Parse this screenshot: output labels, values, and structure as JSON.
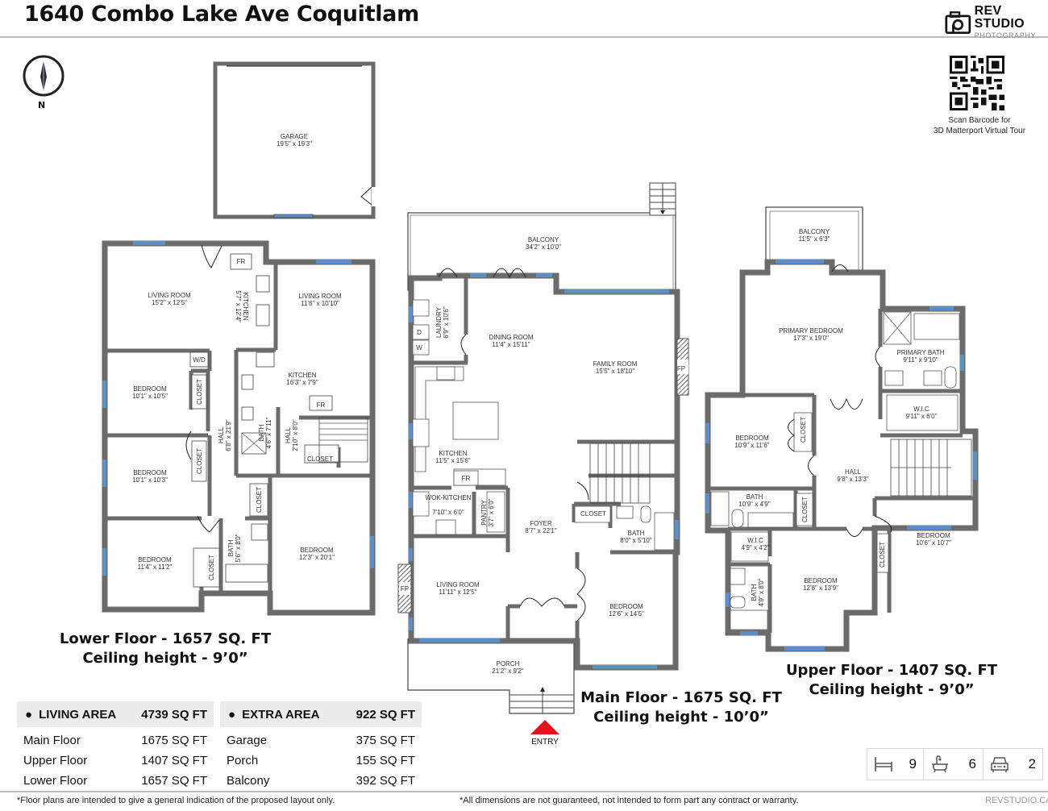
{
  "header": {
    "title": "1640 Combo Lake Ave Coquitlam",
    "brand_main": "REV STUDIO",
    "brand_sub": "PHOTOGRAPHY",
    "compass_label": "N",
    "qr_caption_line1": "Scan Barcode for",
    "qr_caption_line2": "3D Matterport Virtual Tour"
  },
  "floors": {
    "lower": {
      "title": "Lower Floor - 1657 SQ. FT",
      "ceiling": "Ceiling height - 9’0”",
      "rooms": [
        {
          "name": "GARAGE",
          "dim": "19'5\" x 19'3\""
        },
        {
          "name": "LIVING ROOM",
          "dim": "15'2\" x 12'5\""
        },
        {
          "name": "KITCHEN",
          "dim": "5'7\" x 12'4\""
        },
        {
          "name": "LIVING ROOM",
          "dim": "11'6\" x 10'10\""
        },
        {
          "name": "BEDROOM",
          "dim": "10'1\" x 10'5\""
        },
        {
          "name": "KITCHEN",
          "dim": "16'3\" x 7'9\""
        },
        {
          "name": "HALL",
          "dim": "6'8\" x 21'9\""
        },
        {
          "name": "BATH",
          "dim": "4'6\" x 7'11\""
        },
        {
          "name": "HALL",
          "dim": "2'10\" x 8'0\""
        },
        {
          "name": "BEDROOM",
          "dim": "10'1\" x 10'3\""
        },
        {
          "name": "BEDROOM",
          "dim": "11'4\" x 11'2\""
        },
        {
          "name": "BATH",
          "dim": "5'6\" x 8'0\""
        },
        {
          "name": "BEDROOM",
          "dim": "12'3\" x 20'1\""
        }
      ],
      "fixtures": {
        "fr": "FR",
        "wd": "W/D",
        "closet": "CLOSET"
      }
    },
    "main": {
      "title": "Main Floor - 1675 SQ. FT",
      "ceiling": "Ceiling height - 10’0”",
      "rooms": [
        {
          "name": "BALCONY",
          "dim": "34'2\" x 10'0\""
        },
        {
          "name": "LAUNDRY",
          "dim": "6'9\" x 10'6\""
        },
        {
          "name": "DINING ROOM",
          "dim": "11'4\" x 15'11\""
        },
        {
          "name": "FAMILY ROOM",
          "dim": "15'5\" x 18'10\""
        },
        {
          "name": "KITCHEN",
          "dim": "11'5\" x 15'6\""
        },
        {
          "name": "WOK-KITCHEN",
          "dim": "7'10\" x 6'0\""
        },
        {
          "name": "PANTRY",
          "dim": "3'7\" x 6'0\""
        },
        {
          "name": "FOYER",
          "dim": "8'7\" x 22'1\""
        },
        {
          "name": "BATH",
          "dim": "8'0\" x 5'10\""
        },
        {
          "name": "LIVING ROOM",
          "dim": "11'11\" x 12'5\""
        },
        {
          "name": "BEDROOM",
          "dim": "12'6\" x 14'5\""
        },
        {
          "name": "PORCH",
          "dim": "21'2\" x 9'2\""
        }
      ],
      "fixtures": {
        "fp": "FP",
        "fr": "FR",
        "d": "D",
        "w": "W",
        "closet": "CLOSET"
      },
      "entry_label": "ENTRY"
    },
    "upper": {
      "title": "Upper Floor - 1407 SQ. FT",
      "ceiling": "Ceiling height - 9’0”",
      "rooms": [
        {
          "name": "BALCONY",
          "dim": "11'5\" x 6'3\""
        },
        {
          "name": "PRIMARY BEDROOM",
          "dim": "17'3\" x 19'0\""
        },
        {
          "name": "PRIMARY BATH",
          "dim": "9'11\" x 9'10\""
        },
        {
          "name": "W.I.C",
          "dim": "9'11\" x 6'0\""
        },
        {
          "name": "BEDROOM",
          "dim": "10'9\" x 11'6\""
        },
        {
          "name": "HALL",
          "dim": "9'8\" x 13'3\""
        },
        {
          "name": "BATH",
          "dim": "10'9\" x 4'9\""
        },
        {
          "name": "W.I.C",
          "dim": "4'9\" x 4'2\""
        },
        {
          "name": "BATH",
          "dim": "4'9\" x 8'0\""
        },
        {
          "name": "BEDROOM",
          "dim": "12'8\" x 13'9\""
        },
        {
          "name": "BEDROOM",
          "dim": "10'6\" x 10'7\""
        }
      ],
      "fixtures": {
        "closet": "CLOSET"
      }
    }
  },
  "living_area": {
    "label": "LIVING AREA",
    "total": "4739 SQ FT",
    "rows": [
      {
        "label": "Main Floor",
        "value": "1675 SQ FT"
      },
      {
        "label": "Upper Floor",
        "value": "1407 SQ FT"
      },
      {
        "label": "Lower Floor",
        "value": "1657 SQ FT"
      }
    ]
  },
  "extra_area": {
    "label": "EXTRA AREA",
    "total": "922 SQ FT",
    "rows": [
      {
        "label": "Garage",
        "value": "375 SQ FT"
      },
      {
        "label": "Porch",
        "value": "155 SQ FT"
      },
      {
        "label": "Balcony",
        "value": "392 SQ FT"
      }
    ]
  },
  "stats": {
    "bedrooms": {
      "icon": "bed-icon",
      "value": "9"
    },
    "bathrooms": {
      "icon": "bathtub-icon",
      "value": "6"
    },
    "parking": {
      "icon": "car-icon",
      "value": "2"
    }
  },
  "footer": {
    "left": "*Floor plans are intended to give a general indication of the proposed layout only.",
    "center": "*All dimensions are not guaranteed, not intended to form part any contract or warranty.",
    "right": "REVSTUDIO.CA"
  },
  "colors": {
    "wall": "#6b6b6b",
    "window": "#5b8fc7",
    "entry": "#e0151b",
    "table_header": "#ececec"
  }
}
